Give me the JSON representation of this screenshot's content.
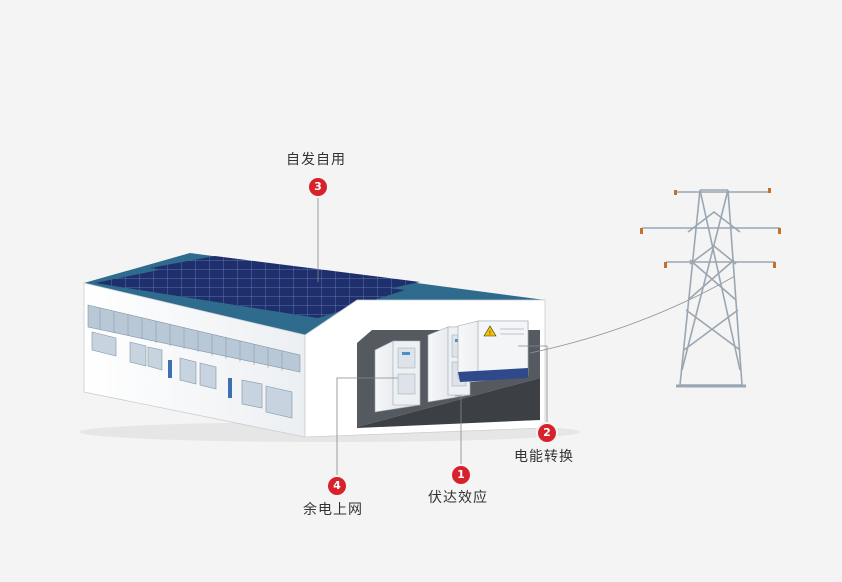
{
  "steps": [
    {
      "number": "1",
      "label": "伏达效应"
    },
    {
      "number": "2",
      "label": "电能转换"
    },
    {
      "number": "3",
      "label": "自发自用"
    },
    {
      "number": "4",
      "label": "余电上网"
    }
  ],
  "colors": {
    "marker": "#d7212b",
    "solar_panel": "#1f2f6b",
    "roof": "#2e6b8c",
    "background": "#f4f4f4"
  }
}
